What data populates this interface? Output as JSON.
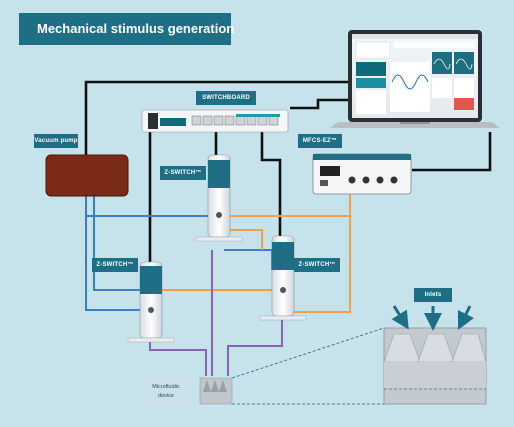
{
  "title": "Mechanical stimulus generation",
  "labels": {
    "switchboard": "SWITCHBOARD",
    "vacuum_pump": "Vacuum pump",
    "mfcs": "MFCS-EZ™",
    "zswitch_top": "Z-SWITCH™",
    "zswitch_left": "Z-SWITCH™",
    "zswitch_right": "Z-SWITCH™",
    "inlets": "Inlets",
    "microfluidic": "Microfluidic\ndevice"
  },
  "colors": {
    "background": "#c6e2ea",
    "accent": "#1e6f85",
    "pump": "#7a2a16",
    "line_black": "#111111",
    "line_blue": "#3a7ec4",
    "line_orange": "#f0a04b",
    "line_purple": "#8a64b4"
  },
  "icons": [
    "laptop-icon",
    "switchboard-icon",
    "mfcs-controller-icon",
    "z-switch-valve-icon",
    "vacuum-pump-icon",
    "microfluidic-chip-icon",
    "inlet-arrow-icon"
  ]
}
